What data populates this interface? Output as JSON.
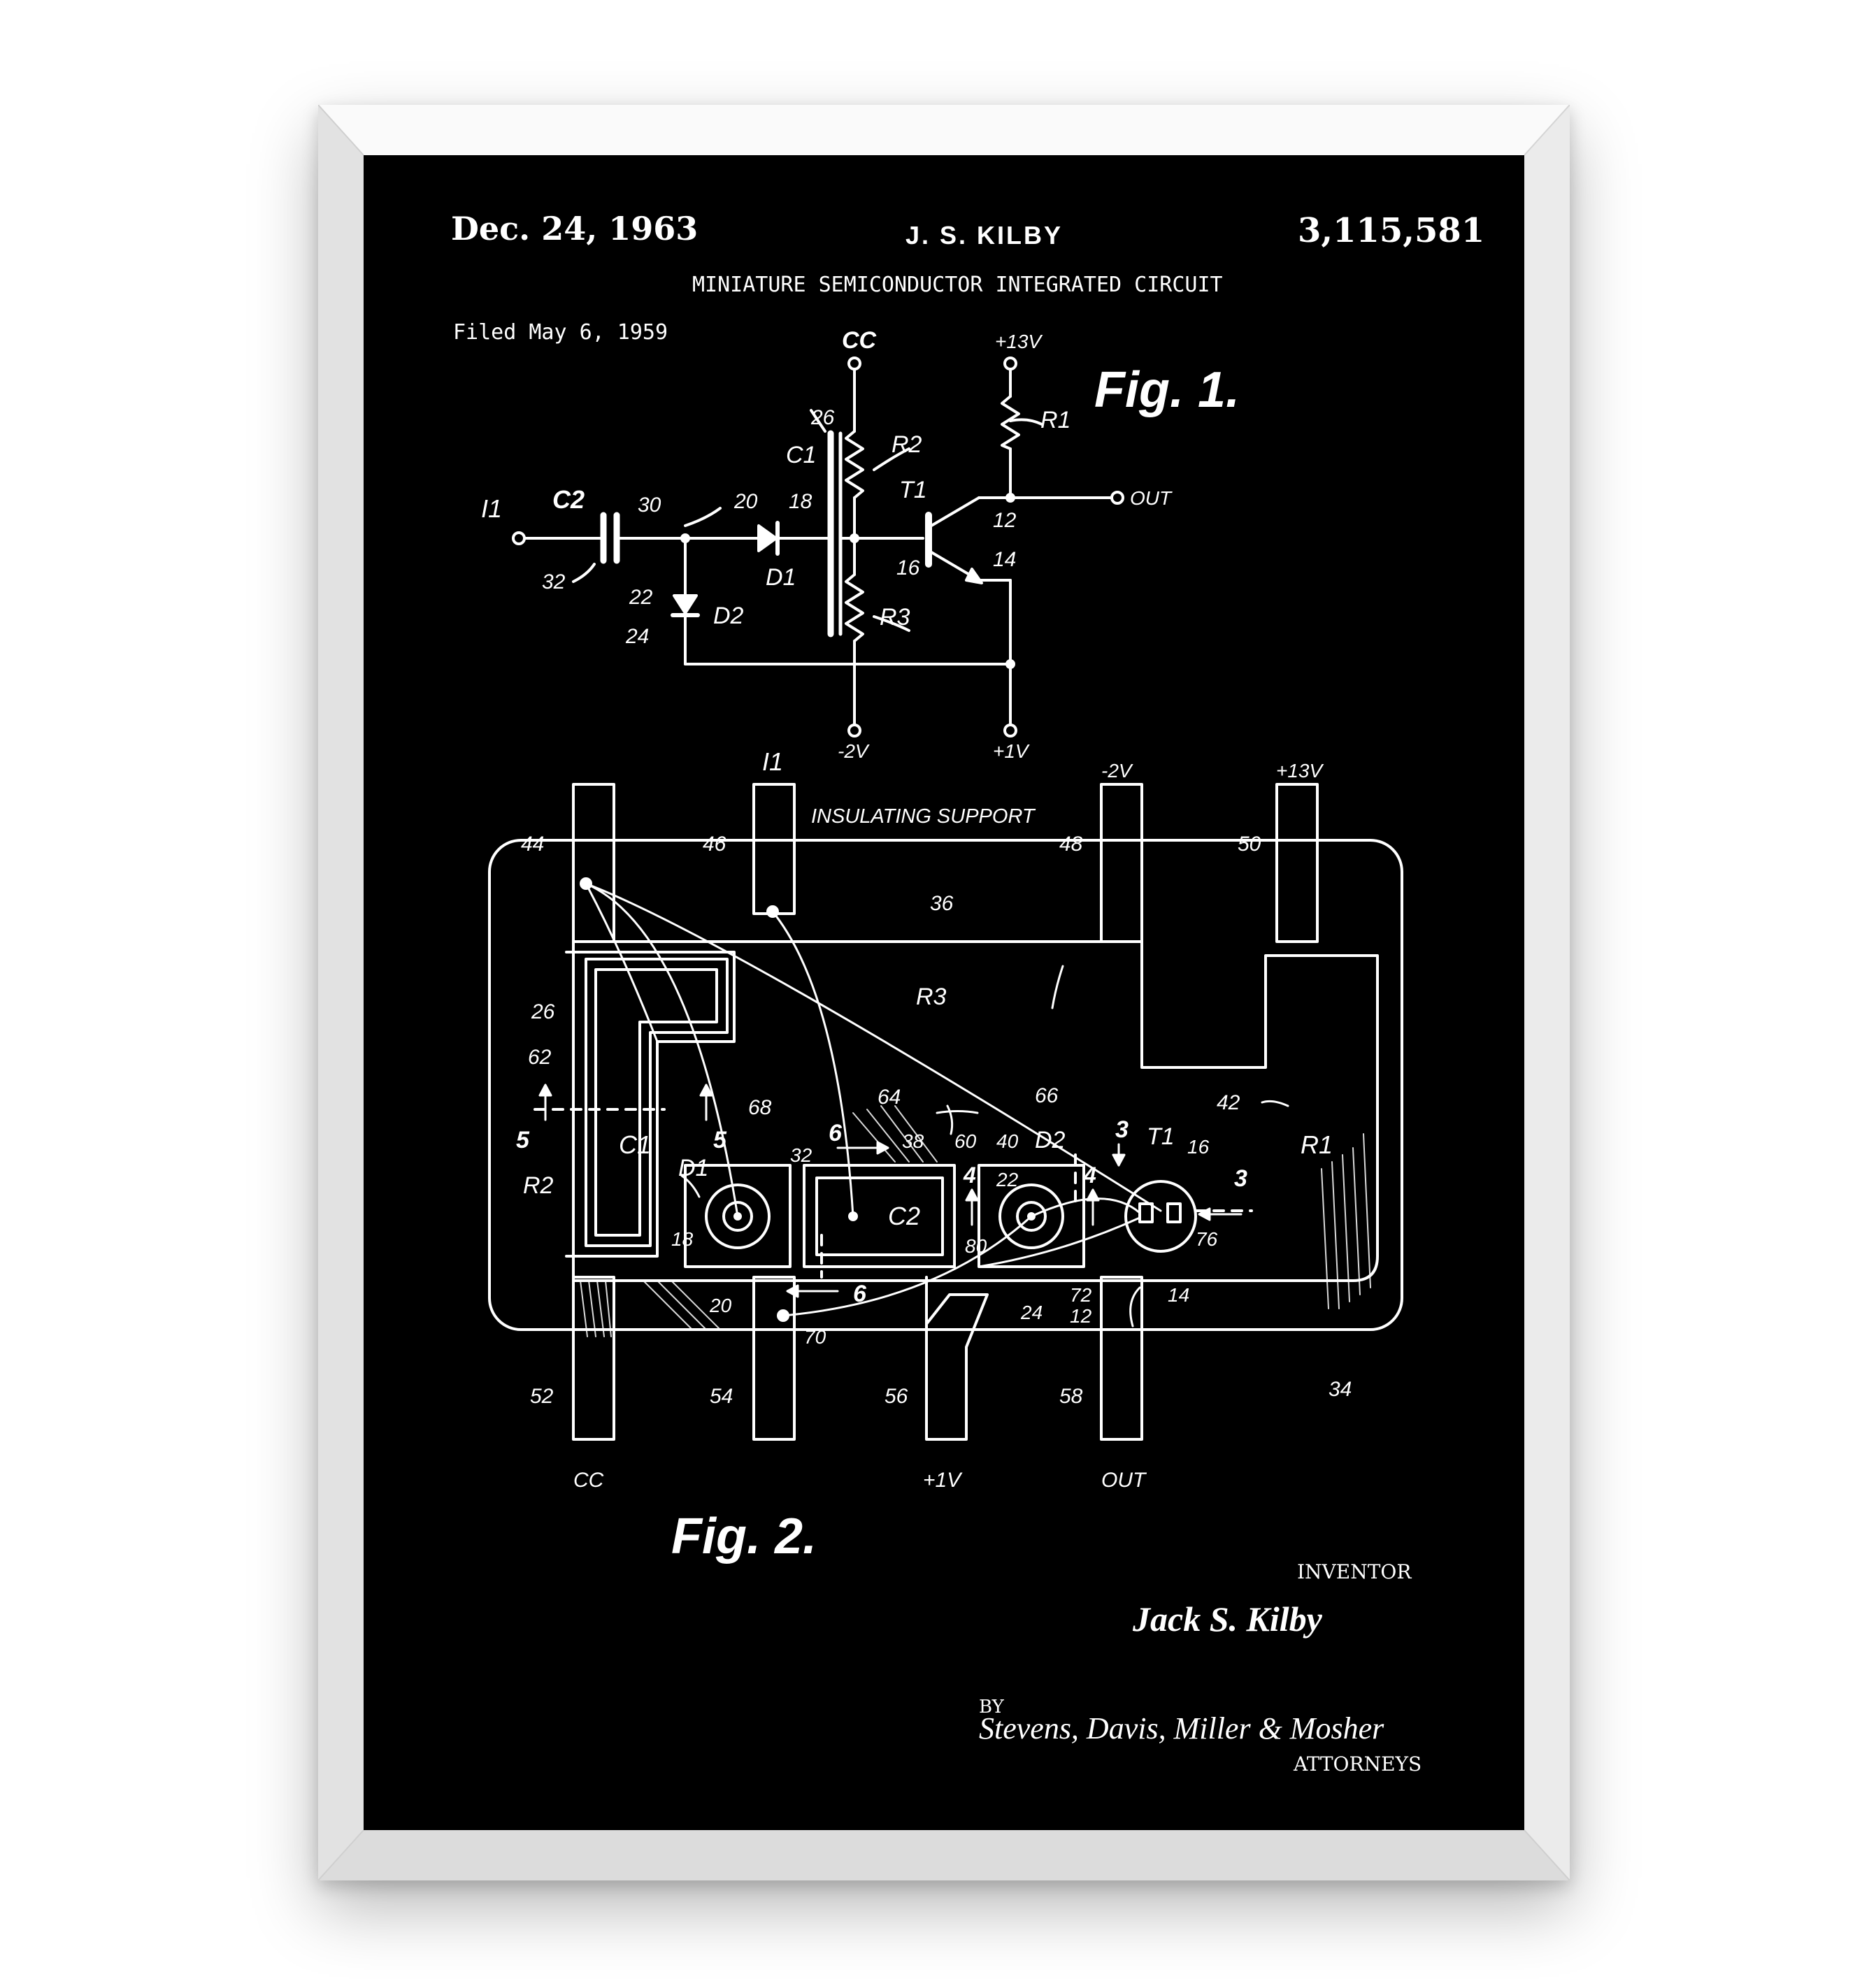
{
  "header": {
    "date": "Dec. 24, 1963",
    "inventor_short": "J. S. KILBY",
    "patent_number": "3,115,581",
    "title": "MINIATURE SEMICONDUCTOR INTEGRATED CIRCUIT",
    "filed": "Filed May 6, 1959"
  },
  "fig1": {
    "caption": "Fig. 1.",
    "labels": {
      "cc": "CC",
      "v13": "+13V",
      "r1": "R1",
      "out": "OUT",
      "r2": "R2",
      "c1": "C1",
      "n26": "26",
      "t1": "T1",
      "n12": "12",
      "n14": "14",
      "i1": "I1",
      "c2": "C2",
      "n30": "30",
      "n20": "20",
      "n18": "18",
      "n32": "32",
      "d1": "D1",
      "n16": "16",
      "n22": "22",
      "d2": "D2",
      "n24": "24",
      "r3": "R3",
      "vneg2": "-2V",
      "vpos1": "+1V"
    }
  },
  "fig2": {
    "caption": "Fig. 2.",
    "labels": {
      "i1": "I1",
      "vneg2": "-2V",
      "v13": "+13V",
      "insulating": "INSULATING SUPPORT",
      "n44": "44",
      "n46": "46",
      "n48": "48",
      "n50": "50",
      "n36": "36",
      "r3": "R3",
      "n26": "26",
      "n62": "62",
      "n68": "68",
      "n64": "64",
      "n66": "66",
      "n42": "42",
      "n5a": "5",
      "n5b": "5",
      "c1": "C1",
      "r2": "R2",
      "n6a": "6",
      "n32": "32",
      "n38": "38",
      "n60": "60",
      "n40": "40",
      "d2": "D2",
      "n3a": "3",
      "t1": "T1",
      "n16": "16",
      "n3b": "3",
      "r1": "R1",
      "d1": "D1",
      "n4a": "4",
      "n22": "22",
      "n4b": "4",
      "c2": "C2",
      "n18": "18",
      "n80": "80",
      "n76": "76",
      "n20": "20",
      "n6b": "6",
      "n72": "72",
      "n14": "14",
      "n24": "24",
      "n12": "12",
      "n70": "70",
      "n52": "52",
      "n54": "54",
      "n56": "56",
      "n58": "58",
      "n34": "34",
      "cc": "CC",
      "vpos1": "+1V",
      "out": "OUT"
    }
  },
  "footer": {
    "inventor_label": "INVENTOR",
    "inventor_signature": "Jack S. Kilby",
    "by": "BY",
    "attorneys_signature": "Stevens, Davis, Miller & Mosher",
    "attorneys_label": "ATTORNEYS"
  }
}
